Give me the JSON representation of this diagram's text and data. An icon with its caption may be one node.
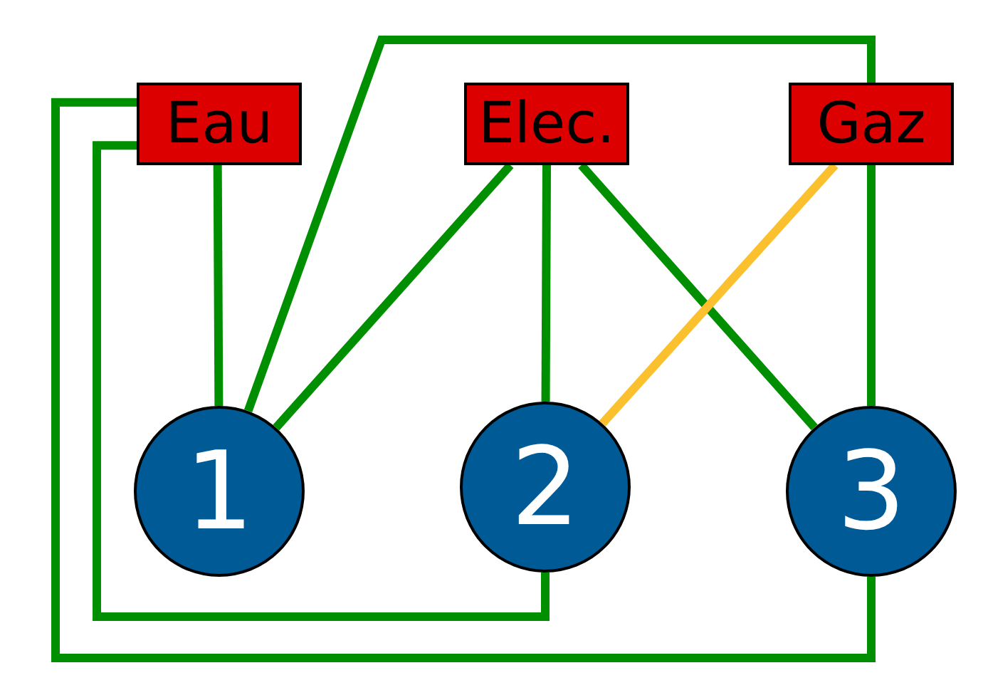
{
  "diagram": {
    "nodes": [
      {
        "text": [
          "Eau"
        ]
      },
      {
        "text": [
          "Elec."
        ]
      },
      {
        "text": [
          "Gaz"
        ]
      },
      {
        "text": [
          "1"
        ]
      },
      {
        "text": [
          "2"
        ]
      },
      {
        "text": [
          "3"
        ]
      }
    ],
    "edges": [
      {
        "from": 0,
        "to": 3,
        "arrow": "none"
      },
      {
        "from": 0,
        "to": 4,
        "arrow": "none"
      },
      {
        "from": 0,
        "to": 5,
        "arrow": "none"
      },
      {
        "from": 1,
        "to": 3,
        "arrow": "none"
      },
      {
        "from": 1,
        "to": 4,
        "arrow": "none"
      },
      {
        "from": 1,
        "to": 5,
        "arrow": "none"
      },
      {
        "from": 2,
        "to": 3,
        "arrow": "none"
      },
      {
        "from": 2,
        "to": 4,
        "arrow": "none",
        "color": "#fbc02d"
      },
      {
        "from": 2,
        "to": 5,
        "arrow": "none"
      }
    ]
  }
}
